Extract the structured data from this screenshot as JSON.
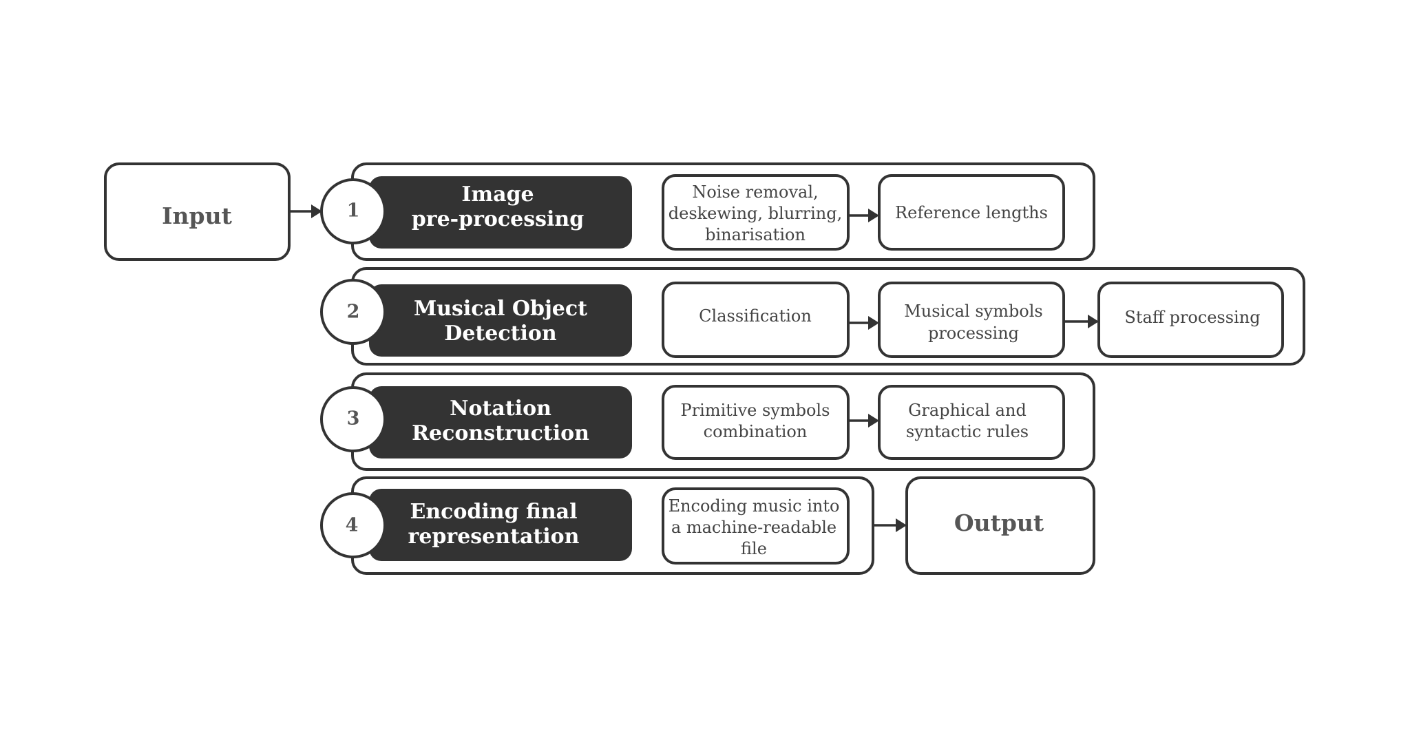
{
  "input": {
    "label": "Input"
  },
  "output": {
    "label": "Output"
  },
  "stages": [
    {
      "number": "1",
      "title_lines": [
        "Image",
        "pre-processing"
      ],
      "steps": [
        {
          "lines": [
            "Noise removal,",
            "deskewing, blurring,",
            "binarisation"
          ]
        },
        {
          "lines": [
            "Reference lengths"
          ]
        }
      ]
    },
    {
      "number": "2",
      "title_lines": [
        "Musical Object",
        "Detection"
      ],
      "steps": [
        {
          "lines": [
            "Classification"
          ]
        },
        {
          "lines": [
            "Musical symbols",
            "processing"
          ]
        },
        {
          "lines": [
            "Staff processing"
          ]
        }
      ]
    },
    {
      "number": "3",
      "title_lines": [
        "Notation",
        "Reconstruction"
      ],
      "steps": [
        {
          "lines": [
            "Primitive symbols",
            "combination"
          ]
        },
        {
          "lines": [
            "Graphical and",
            "syntactic rules"
          ]
        }
      ]
    },
    {
      "number": "4",
      "title_lines": [
        "Encoding final",
        "representation"
      ],
      "steps": [
        {
          "lines": [
            "Encoding music into",
            "a machine-readable",
            "file"
          ]
        }
      ]
    }
  ]
}
